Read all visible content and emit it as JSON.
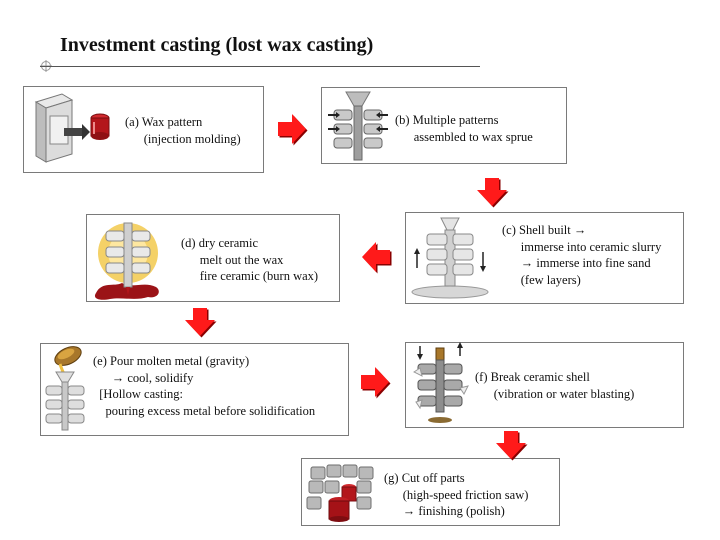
{
  "title": "Investment casting (lost wax casting)",
  "steps": {
    "a": "(a) Wax pattern\n      (injection molding)",
    "b": "(b) Multiple patterns\n      assembled to wax sprue",
    "c": "(c) Shell built →\n      immerse into ceramic slurry\n      → immerse into fine sand\n      (few layers)",
    "d": "(d) dry ceramic\n      melt out the wax\n      fire ceramic (burn wax)",
    "e": "(e) Pour molten metal (gravity)\n      → cool, solidify\n  [Hollow casting:\n    pouring excess metal before solidification",
    "f": "(f) Break ceramic shell\n      (vibration or water blasting)",
    "g": "(g) Cut off parts\n      (high-speed friction saw)\n      → finishing (polish)"
  },
  "colors": {
    "arrow_fill": "#ff1a1a",
    "arrow_shadow": "#8a0000",
    "box_border": "#7a7a7a",
    "wax_red": "#b3161b",
    "ceramic_grey": "#c8c8c8",
    "metal_gold": "#a8772a"
  }
}
